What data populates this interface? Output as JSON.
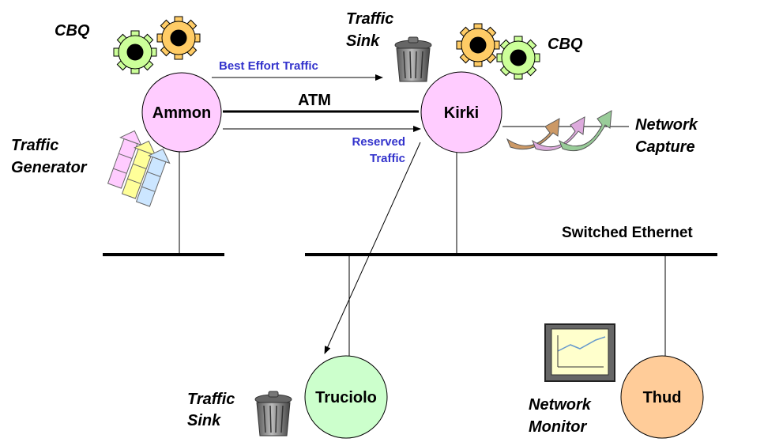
{
  "nodes": {
    "ammon": "Ammon",
    "kirki": "Kirki",
    "truciolo": "Truciolo",
    "thud": "Thud"
  },
  "labels": {
    "cbq_left": "CBQ",
    "cbq_right": "CBQ",
    "traffic_generator": [
      "Traffic",
      "Generator"
    ],
    "traffic_sink_top": [
      "Traffic",
      "Sink"
    ],
    "traffic_sink_bottom": [
      "Traffic",
      "Sink"
    ],
    "network_capture": [
      "Network",
      "Capture"
    ],
    "network_monitor": [
      "Network",
      "Monitor"
    ],
    "switched_ethernet": "Switched Ethernet",
    "atm": "ATM",
    "best_effort": "Best Effort Traffic",
    "reserved": [
      "Reserved",
      "Traffic"
    ]
  },
  "colors": {
    "node_pink": "#ffccff",
    "node_green": "#ccffcc",
    "node_orange": "#ffcc99",
    "gear_green": "#ccff99",
    "gear_orange": "#ffcc66",
    "blue_text": "#3333cc"
  },
  "icons": {
    "gear": "gear-icon",
    "trash": "trash-can-icon",
    "arrows": "stacked-arrows-icon",
    "capture": "curved-arrows-icon",
    "monitor": "monitor-icon"
  }
}
